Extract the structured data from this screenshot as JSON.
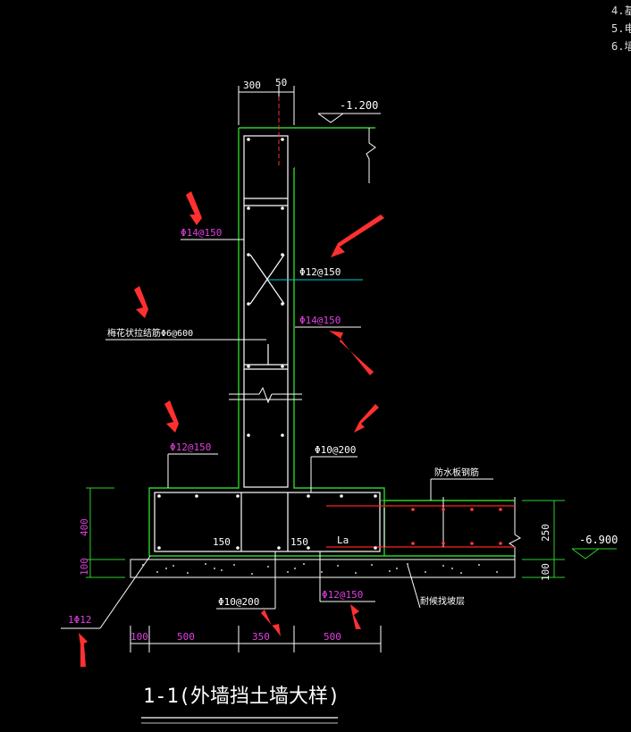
{
  "corner_notes": [
    "4.基",
    "5.电",
    "6.墙"
  ],
  "dims": {
    "top_300": "300",
    "top_50": "50",
    "elev_top": "-1.200",
    "elev_bottom": "-6.900",
    "left_400": "400",
    "left_100": "100",
    "right_250": "250",
    "right_100": "100",
    "bottom_100": "100",
    "bottom_500a": "500",
    "bottom_350": "350",
    "bottom_500b": "500",
    "footing_150a": "150",
    "footing_150b": "150",
    "la": "La"
  },
  "rebar_labels": {
    "wall_outer": "Φ14@150",
    "wall_inner_cross": "Φ12@150",
    "wall_inner": "Φ14@150",
    "tie_bar": "梅花状拉结筋Φ6@600",
    "footing_top_left": "Φ12@150",
    "footing_top_right": "Φ10@200",
    "footing_bottom_left": "Φ10@200",
    "footing_bottom_right": "Φ12@150",
    "corner_bar": "1Φ12",
    "waterstop": "防水板钢筋",
    "cushion": "耐候找坡层"
  },
  "title": "1-1(外墙挡土墙大样)",
  "colors": {
    "background": "#000000",
    "concrete_outline": "#2bd12b",
    "rebar": "#ffffff",
    "dimension": "#2bd12b",
    "label_magenta": "#e040e0",
    "leader": "#ffffff",
    "cyan_leader": "#00cccc",
    "red_bar": "#ff2020",
    "arrow": "#ff3030"
  }
}
